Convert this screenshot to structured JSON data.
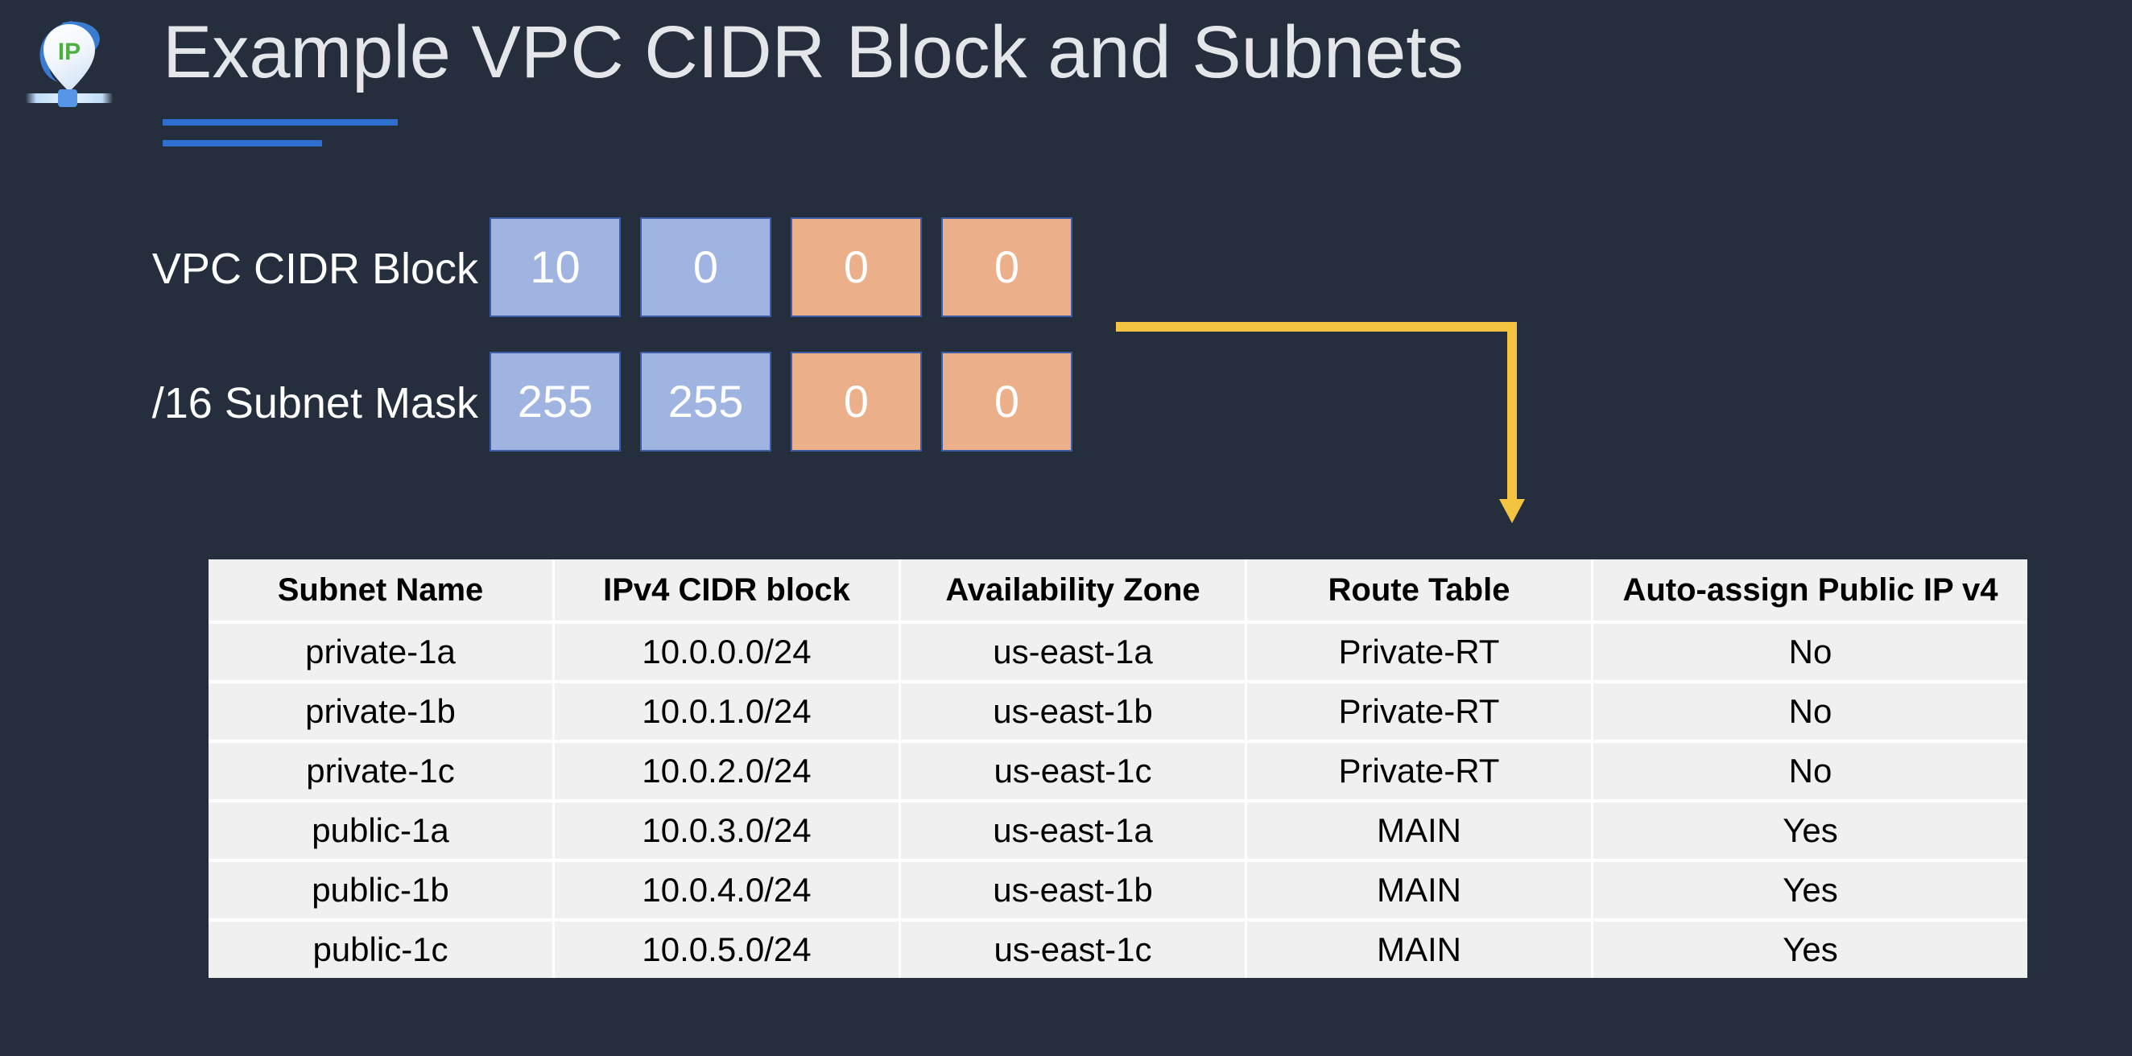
{
  "slide": {
    "background_color": "#242E3D",
    "title": "Example VPC CIDR Block and Subnets",
    "title_color": "#E4E6E9",
    "rule_color": "#2E6FD0"
  },
  "logo": {
    "name": "ip-location-pin-logo",
    "pin_text": "IP",
    "pin_text_color": "#4CAF3F",
    "accent_color": "#3C7FD8"
  },
  "octets": {
    "colors": {
      "blue_fill": "#9FB4E0",
      "orange_fill": "#EBAF89",
      "border": "#3D5EA8",
      "value_text": "#FFFFFF"
    },
    "rows": [
      {
        "label": "VPC CIDR Block",
        "cells": [
          {
            "value": "10",
            "tone": "blue"
          },
          {
            "value": "0",
            "tone": "blue"
          },
          {
            "value": "0",
            "tone": "orange"
          },
          {
            "value": "0",
            "tone": "orange"
          }
        ]
      },
      {
        "label": "/16 Subnet Mask",
        "cells": [
          {
            "value": "255",
            "tone": "blue"
          },
          {
            "value": "255",
            "tone": "blue"
          },
          {
            "value": "0",
            "tone": "orange"
          },
          {
            "value": "0",
            "tone": "orange"
          }
        ]
      }
    ]
  },
  "connector": {
    "name": "octets-to-table-arrow",
    "color": "#F5C342"
  },
  "table": {
    "headers": [
      "Subnet Name",
      "IPv4 CIDR block",
      "Availability Zone",
      "Route Table",
      "Auto-assign Public IP v4"
    ],
    "rows": [
      [
        "private-1a",
        "10.0.0.0/24",
        "us-east-1a",
        "Private-RT",
        "No"
      ],
      [
        "private-1b",
        "10.0.1.0/24",
        "us-east-1b",
        "Private-RT",
        "No"
      ],
      [
        "private-1c",
        "10.0.2.0/24",
        "us-east-1c",
        "Private-RT",
        "No"
      ],
      [
        "public-1a",
        "10.0.3.0/24",
        "us-east-1a",
        "MAIN",
        "Yes"
      ],
      [
        "public-1b",
        "10.0.4.0/24",
        "us-east-1b",
        "MAIN",
        "Yes"
      ],
      [
        "public-1c",
        "10.0.5.0/24",
        "us-east-1c",
        "MAIN",
        "Yes"
      ]
    ]
  }
}
